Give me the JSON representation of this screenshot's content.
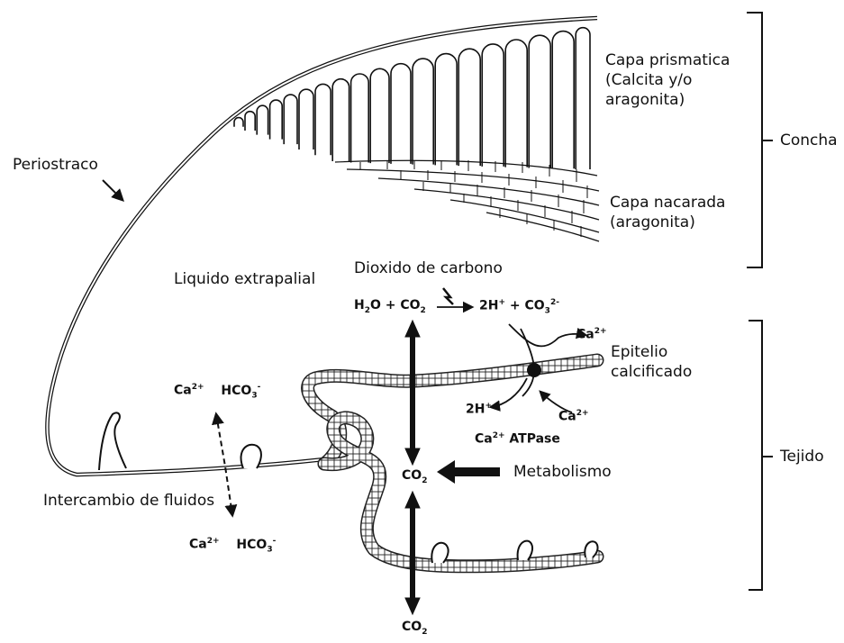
{
  "labels": {
    "periostraco": "Periostraco",
    "capa_prismatica": [
      "Capa prismatica",
      "(Calcita y/o",
      "aragonita)"
    ],
    "capa_nacarada": [
      "Capa nacarada",
      "(aragonita)"
    ],
    "concha": "Concha",
    "tejido": "Tejido",
    "liquido_extrapalial": "Liquido extrapalial",
    "dioxido_de_carbono": "Dioxido de carbono",
    "epitelio": [
      "Epitelio",
      "calcificado"
    ],
    "metabolismo": "Metabolismo",
    "intercambio": "Intercambio de fluidos",
    "atpase": "ATPase"
  },
  "chem": {
    "reactant_h2o": "H",
    "reactant_h2o_sub": "2",
    "reactant_h2o_tail": "O + CO",
    "reactant_co2_sub": "2",
    "product_h": "2H",
    "product_h_sup": "+",
    "product_plus": " + CO",
    "product_co3_sub": "3",
    "product_co3_sup": "2-",
    "ca": "Ca",
    "ca_sup": "2+",
    "h_out": "2H",
    "h_out_sup": "+",
    "hco3": "HCO",
    "hco3_sub": "3",
    "hco3_sup": "-",
    "co2": "CO",
    "co2_sub": "2"
  }
}
